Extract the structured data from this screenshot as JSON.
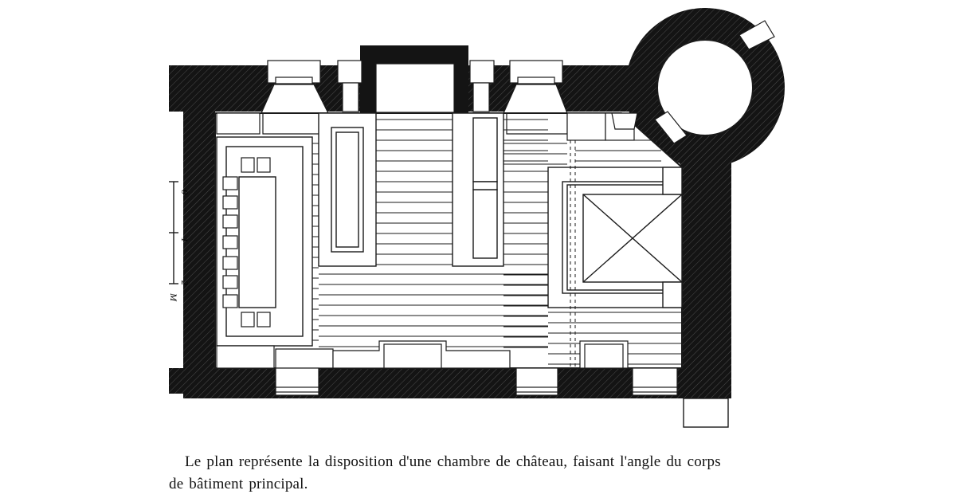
{
  "scale": {
    "label_0": "0",
    "label_1": "1",
    "label_2": "2",
    "unit": "M"
  },
  "caption": {
    "line1": "Le plan représente la disposition d'une chambre de château, faisant l'angle du corps",
    "line2": "de bâtiment principal."
  },
  "colors": {
    "wall": "#141414",
    "paper": "#ffffff",
    "line": "#1a1a1a"
  }
}
